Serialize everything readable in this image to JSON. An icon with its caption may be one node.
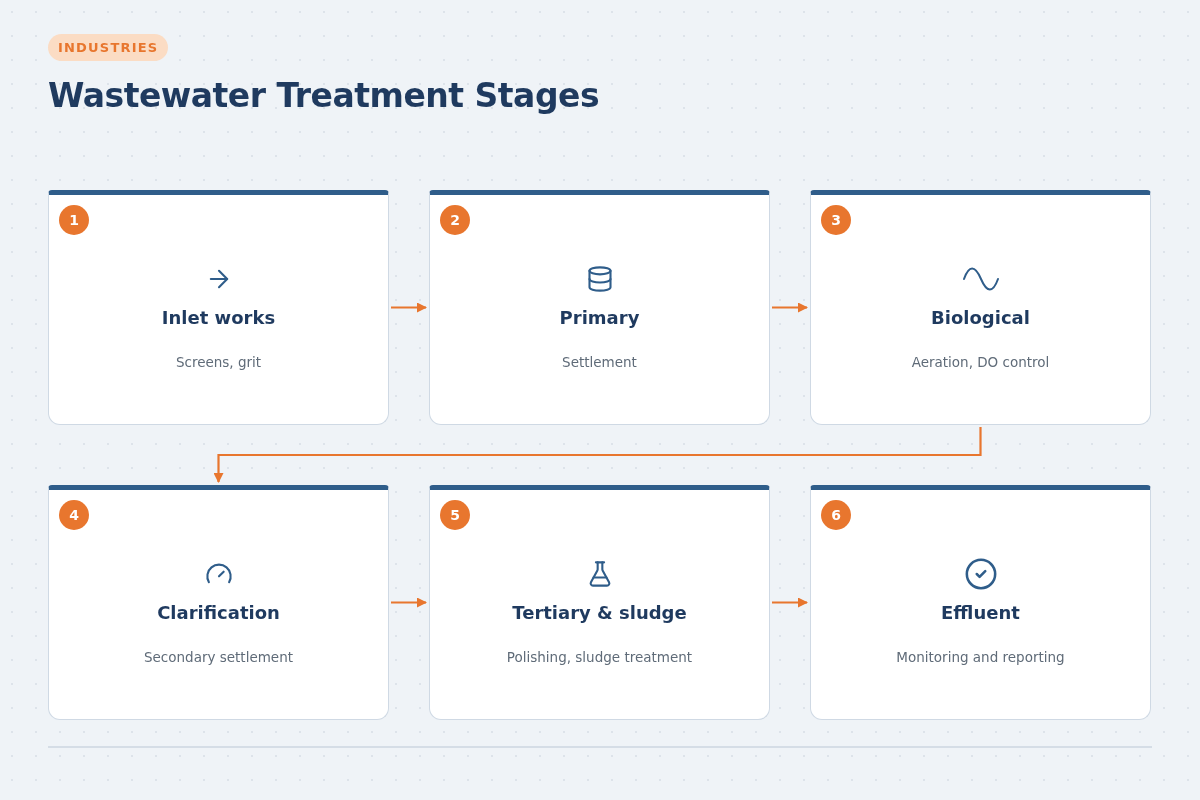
{
  "diagram": {
    "title": "Wastewater Treatment Stages",
    "nodes": [
      {
        "text": [
          "1",
          "Inlet works",
          "Screens, grit"
        ]
      },
      {
        "text": [
          "2",
          "Primary",
          "Settlement"
        ]
      },
      {
        "text": [
          "3",
          "Biological",
          "Aeration, DO control"
        ]
      },
      {
        "text": [
          "4",
          "Clarification",
          "Secondary settlement"
        ]
      },
      {
        "text": [
          "5",
          "Tertiary & sludge",
          "Polishing, sludge treatment"
        ]
      },
      {
        "text": [
          "6",
          "Effluent",
          "Monitoring and reporting"
        ]
      }
    ],
    "edges": [
      {
        "from": 0,
        "to": 1,
        "arrow": "to"
      },
      {
        "from": 1,
        "to": 2,
        "arrow": "to"
      },
      {
        "from": 2,
        "to": 3,
        "arrow": "to"
      },
      {
        "from": 3,
        "to": 4,
        "arrow": "to"
      },
      {
        "from": 4,
        "to": 5,
        "arrow": "to"
      }
    ],
    "labels": [
      "INDUSTRIES"
    ]
  }
}
